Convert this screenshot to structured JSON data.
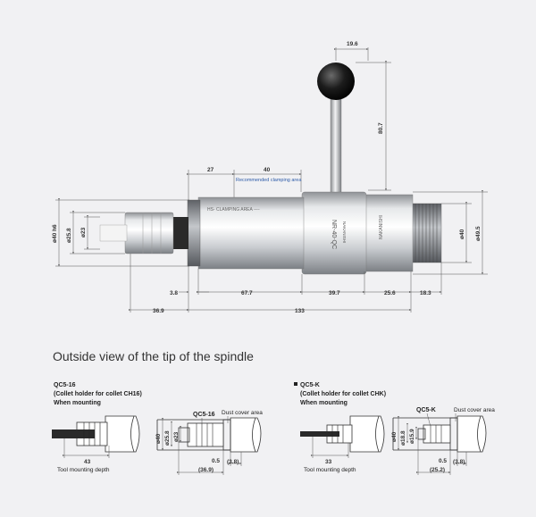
{
  "main_view": {
    "top_dims": {
      "lever_offset": "19.6",
      "lever_height": "80.7",
      "dim_27": "27",
      "dim_40": "40"
    },
    "recommended_label": "Recommended clamping area",
    "left_dims": {
      "d40": "ø40 h6",
      "d25_8": "ø25.8",
      "d23": "ø23"
    },
    "right_dims": {
      "d40": "ø40",
      "d49_5": "ø49.5"
    },
    "bottom_dims": {
      "d3_8": "3.8",
      "d67_7": "67.7",
      "d39_7": "39.7",
      "d25_6": "25.6",
      "d18_3": "18.3",
      "d36_9": "36.9",
      "d133": "133"
    },
    "body_text": {
      "clamp": "HS- CLAMPING AREA ----",
      "model": "NR-40-QC",
      "brand": "NAKANISHI"
    }
  },
  "section_title": "Outside view of the tip of the spindle",
  "qc516": {
    "title": "QC5-16",
    "subtitle": "(Collet holder for collet CH16)",
    "mounting": "When mounting",
    "depth_value": "43",
    "depth_label": "Tool mounting depth",
    "part_label": "QC5-16",
    "dust_label": "Dust cover area",
    "dims": {
      "d40": "ø40",
      "d25_8": "ø25.8",
      "d23": "ø23",
      "d0_5": "0.5",
      "d3_8": "(3.8)",
      "d36_9": "(36.9)"
    }
  },
  "qc5k": {
    "title": "QC5-K",
    "subtitle": "(Collet holder for collet CHK)",
    "mounting": "When mounting",
    "depth_value": "33",
    "depth_label": "Tool mounting depth",
    "part_label": "QC5-K",
    "dust_label": "Dust cover area",
    "dims": {
      "d40": "ø40",
      "d18_8": "ø18.8",
      "d15_9": "ø15.9",
      "d0_5": "0.5",
      "d3_8": "(3.8)",
      "d25_2": "(25.2)"
    }
  }
}
